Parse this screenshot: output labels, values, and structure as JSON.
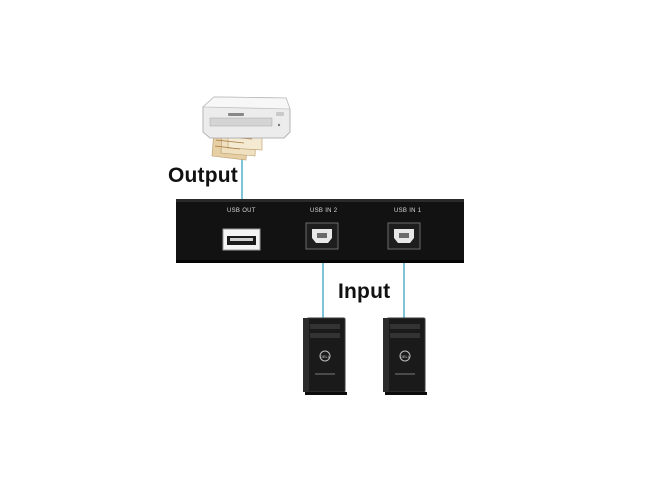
{
  "labels": {
    "output": "Output",
    "input": "Input"
  },
  "switch_box": {
    "ports": [
      {
        "label": "USB OUT",
        "type": "usb-a"
      },
      {
        "label": "USB IN 2",
        "type": "usb-b"
      },
      {
        "label": "USB IN 1",
        "type": "usb-b"
      }
    ]
  },
  "devices": {
    "output": "printer-icon",
    "inputs": [
      "computer-tower-icon",
      "computer-tower-icon"
    ]
  },
  "colors": {
    "cable": "#7fc4d6",
    "switch_body": "#121212",
    "tower_body": "#1a1a1a",
    "printer_body": "#e9e9e9"
  }
}
